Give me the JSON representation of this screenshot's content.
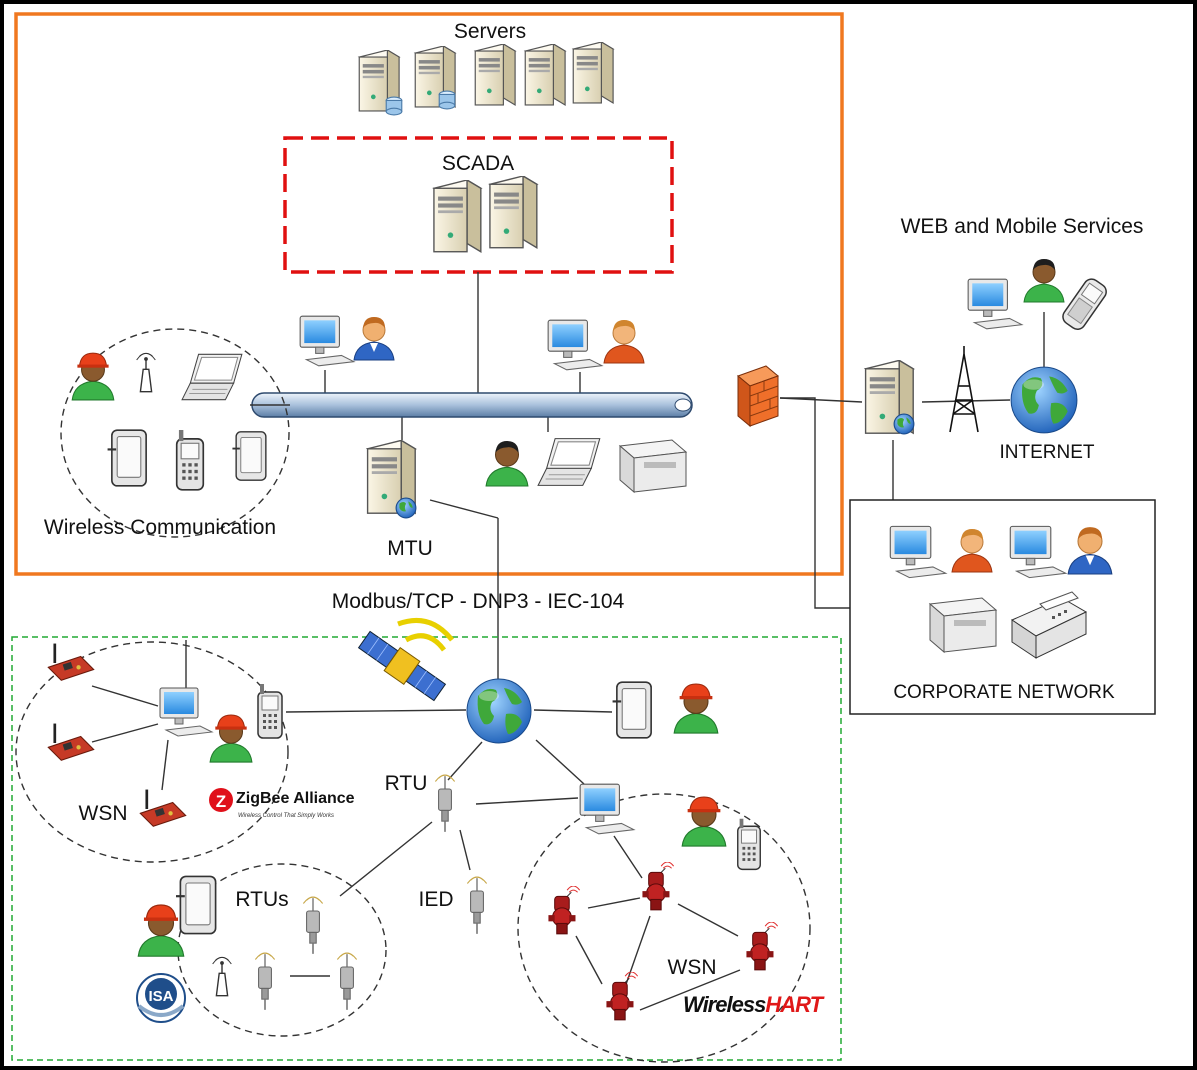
{
  "labels": {
    "servers": "Servers",
    "scada": "SCADA",
    "web_mobile": "WEB and Mobile Services",
    "internet": "INTERNET",
    "wireless_comm": "Wireless Communication",
    "mtu": "MTU",
    "corporate": "CORPORATE NETWORK",
    "protocols": "Modbus/TCP - DNP3 - IEC-104",
    "rtu": "RTU",
    "ied": "IED",
    "rtus": "RTUs",
    "wsn_left": "WSN",
    "wsn_right": "WSN"
  },
  "logos": {
    "zigbee": "ZigBee Alliance",
    "zigbee_tagline": "Wireless Control That Simply Works",
    "isa": "ISA",
    "wirelesshart_a": "Wireless",
    "wirelesshart_b": "HART"
  },
  "colors": {
    "orange_border": "#f07820",
    "scada_dash": "#e01010",
    "field_dash": "#22aa33",
    "bus": "#b8cce0",
    "globe": "#2a7fd0"
  }
}
